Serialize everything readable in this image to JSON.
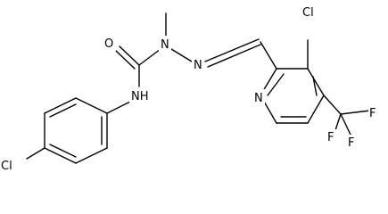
{
  "molecule": {
    "atoms": {
      "chlorine_top": "Cl",
      "carbonyl_oxygen": "O",
      "hydrazone_nitrogen_1": "N",
      "hydrazone_nitrogen_2": "N",
      "amide_nitrogen_hydrogen": "NH",
      "pyridine_nitrogen": "N",
      "chlorine_para_phenyl": "Cl",
      "fluorine_1": "F",
      "fluorine_2": "F",
      "fluorine_3": "F"
    }
  },
  "colors": {
    "bond": "#000000",
    "label": "#000000",
    "background": "#ffffff"
  }
}
